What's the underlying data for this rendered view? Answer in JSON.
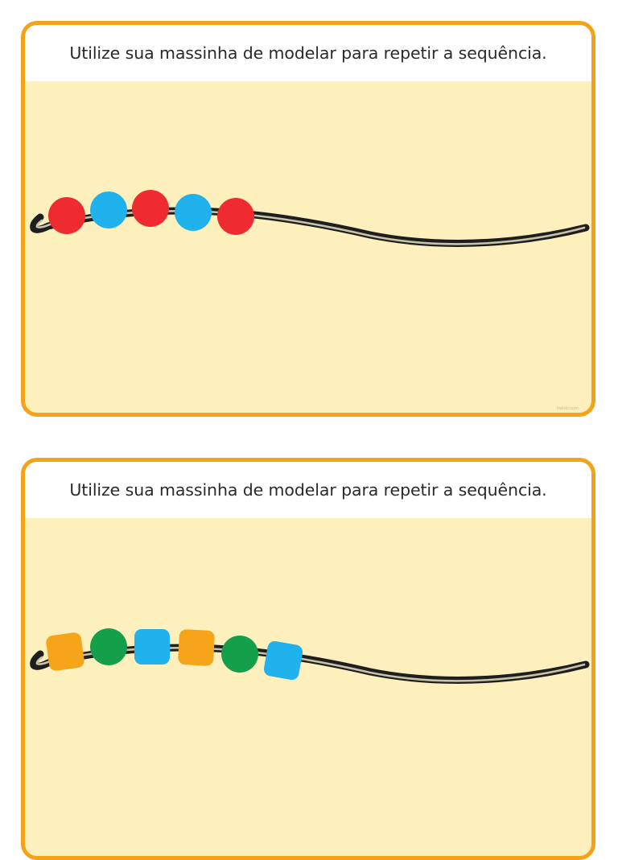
{
  "cards": [
    {
      "title": "Utilize sua massinha de modelar para repetir a sequência.",
      "bead_pattern": [
        {
          "shape": "circle",
          "color": "red"
        },
        {
          "shape": "circle",
          "color": "blue"
        },
        {
          "shape": "circle",
          "color": "red"
        },
        {
          "shape": "circle",
          "color": "blue"
        },
        {
          "shape": "circle",
          "color": "red"
        }
      ],
      "footer": "twinkl.com"
    },
    {
      "title": "Utilize sua massinha de modelar para repetir a sequência.",
      "bead_pattern": [
        {
          "shape": "square",
          "color": "orange"
        },
        {
          "shape": "circle",
          "color": "green"
        },
        {
          "shape": "square",
          "color": "blue"
        },
        {
          "shape": "square",
          "color": "orange"
        },
        {
          "shape": "circle",
          "color": "green"
        },
        {
          "shape": "square",
          "color": "blue"
        }
      ]
    }
  ],
  "colors": {
    "frame": "#f4a21a",
    "card_background": "#fdf0bd",
    "header_background": "#ffffff",
    "red": "#ee2b31",
    "blue": "#1fb2ec",
    "green": "#14a04a",
    "orange": "#f6a51b",
    "string_dark": "#1e1e1e",
    "string_light": "#c8c2a8"
  }
}
